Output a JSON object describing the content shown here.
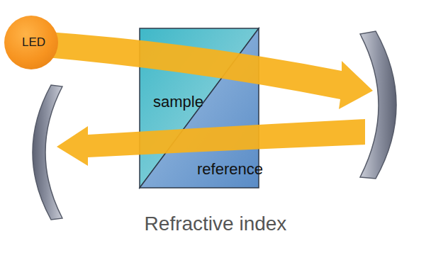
{
  "diagram": {
    "caption": "Refractive index",
    "nodes": [
      {
        "text": [
          "LED"
        ]
      },
      {
        "text": [
          "sample"
        ]
      },
      {
        "text": [
          "reference"
        ]
      }
    ]
  }
}
